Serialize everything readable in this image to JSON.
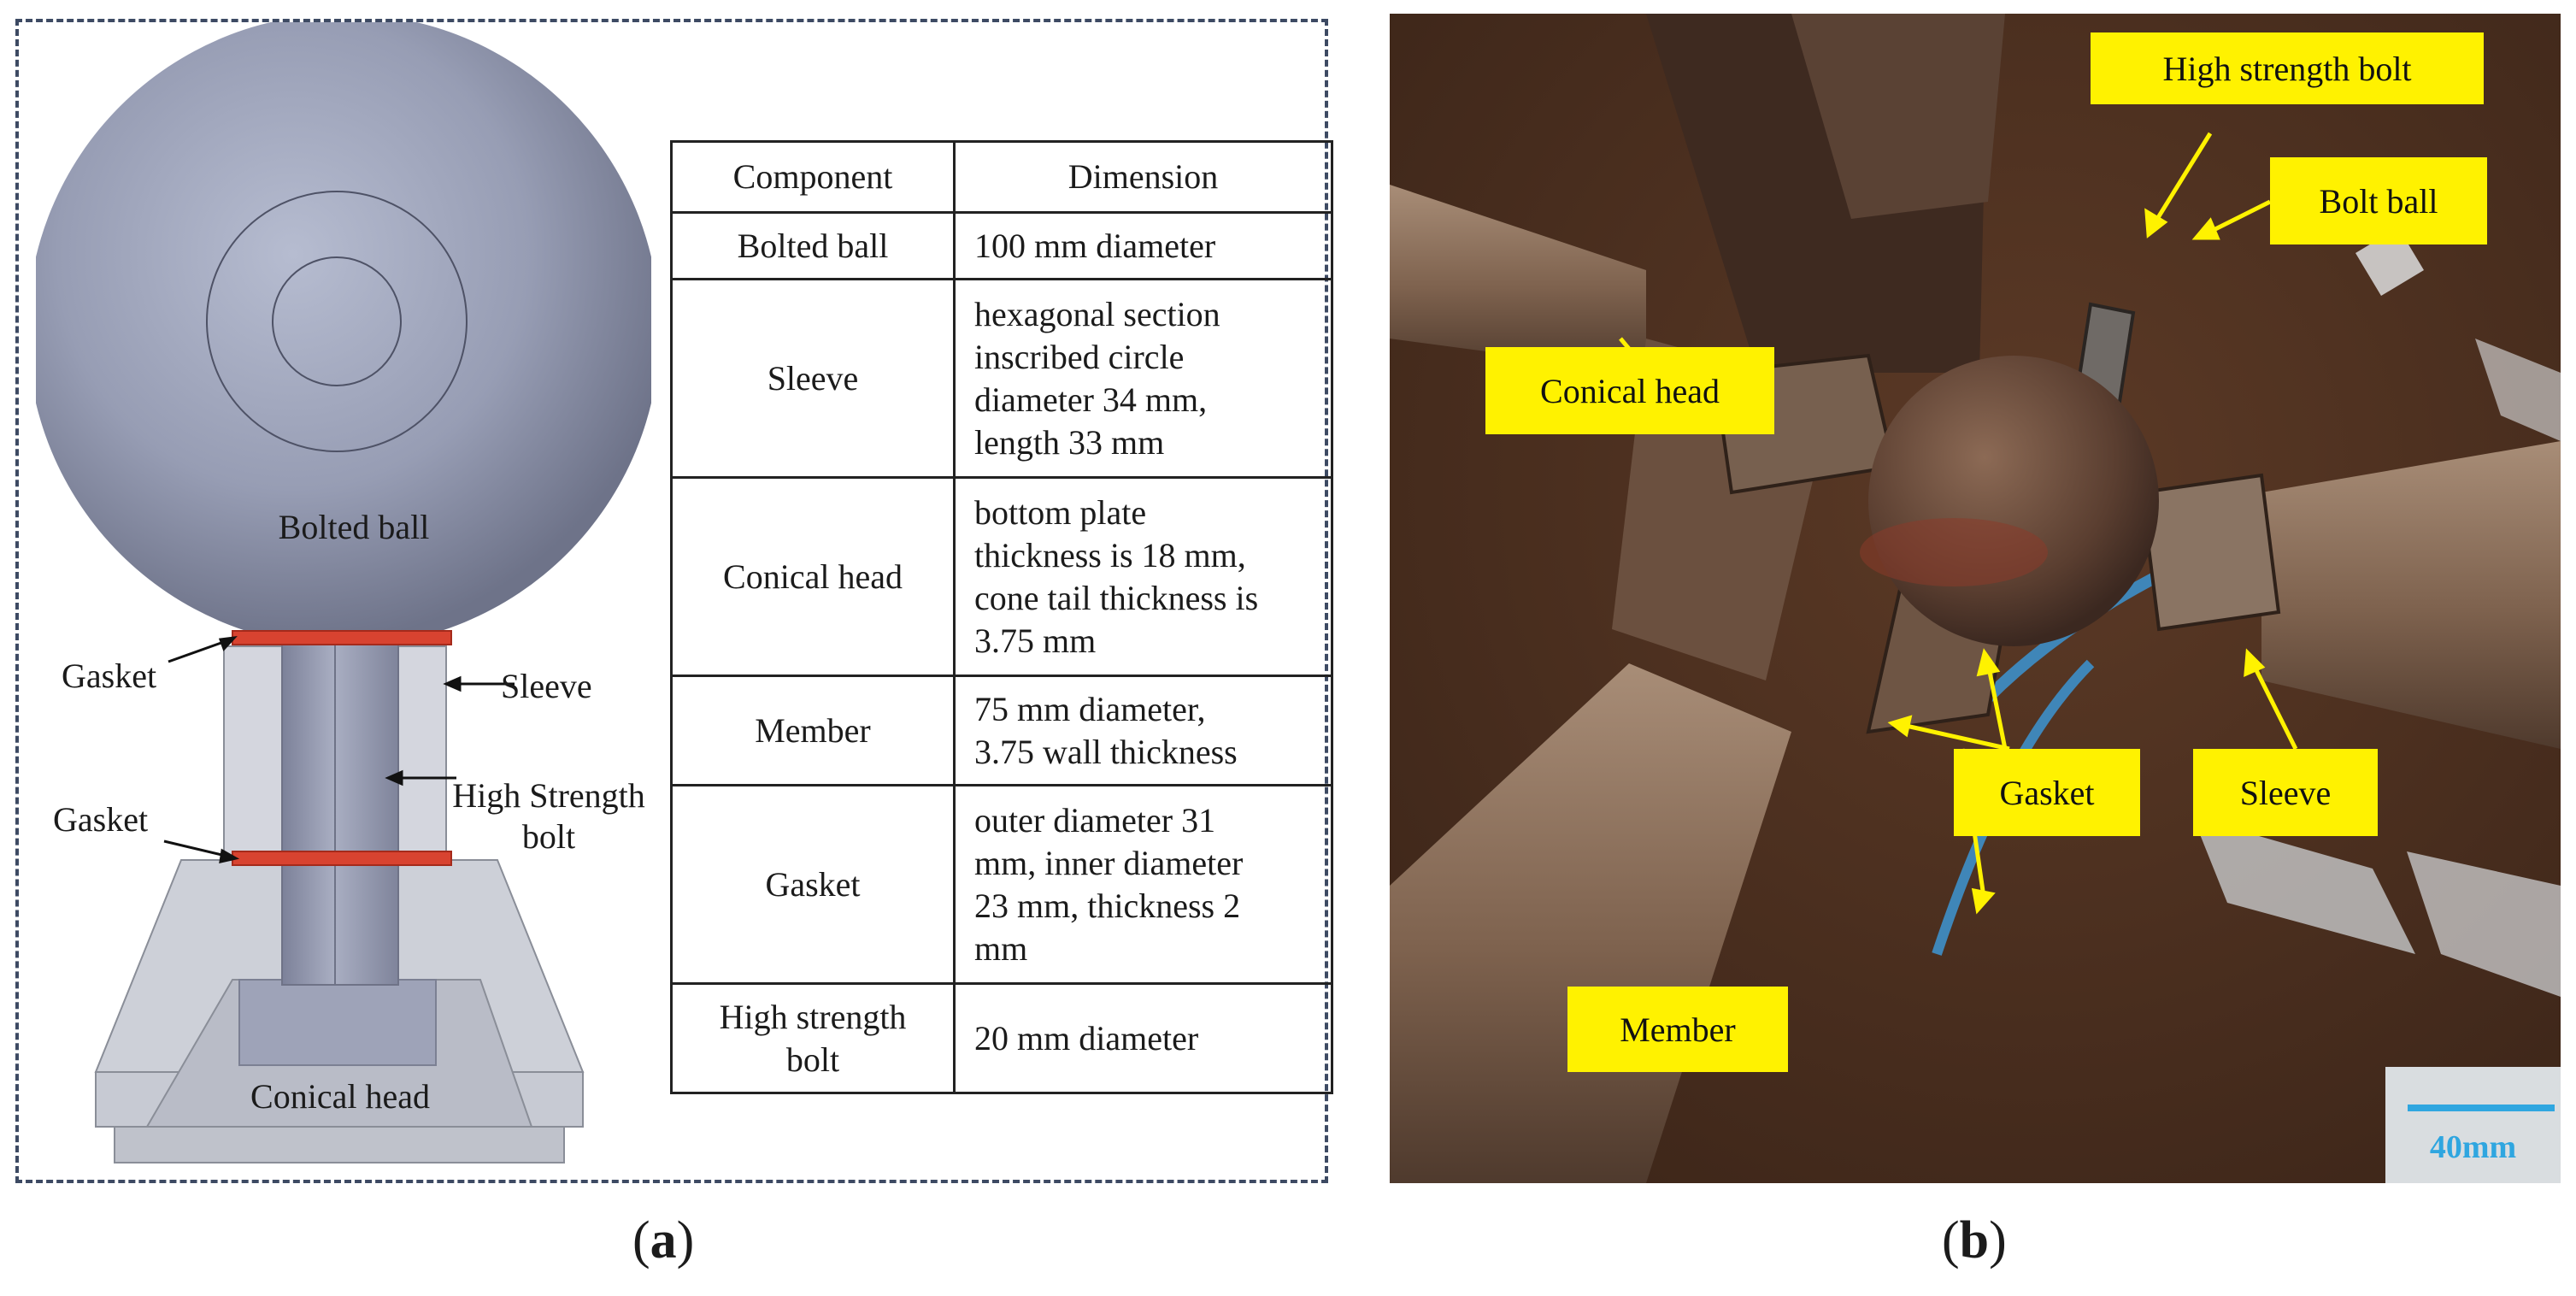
{
  "panel_a": {
    "drawing_labels": {
      "bolted_ball": "Bolted ball",
      "gasket_top": "Gasket",
      "gasket_bottom": "Gasket",
      "sleeve": "Sleeve",
      "high_strength_line1": "High Strength",
      "high_strength_line2": "bolt",
      "conical_head": "Conical head"
    },
    "table": {
      "headers": [
        "Component",
        "Dimension"
      ],
      "rows": [
        {
          "component": [
            "Bolted ball"
          ],
          "dimension": [
            "100 mm diameter"
          ]
        },
        {
          "component": [
            "Sleeve"
          ],
          "dimension": [
            "hexagonal section",
            "inscribed circle",
            "diameter 34 mm,",
            "length 33 mm"
          ]
        },
        {
          "component": [
            "Conical head"
          ],
          "dimension": [
            "bottom plate",
            "thickness is 18 mm,",
            "cone tail thickness is",
            "3.75 mm"
          ]
        },
        {
          "component": [
            "Member"
          ],
          "dimension": [
            "75 mm diameter,",
            "3.75 wall thickness"
          ]
        },
        {
          "component": [
            "Gasket"
          ],
          "dimension": [
            "outer diameter 31",
            "mm, inner diameter",
            "23 mm, thickness 2",
            "mm"
          ]
        },
        {
          "component": [
            "High strength",
            "bolt"
          ],
          "dimension": [
            "20 mm diameter"
          ]
        }
      ]
    }
  },
  "panel_b": {
    "labels": {
      "high_strength_bolt": "High strength bolt",
      "bolt_ball": "Bolt ball",
      "conical_head": "Conical head",
      "gasket": "Gasket",
      "sleeve": "Sleeve",
      "member": "Member"
    },
    "scale_bar": "40mm",
    "label_color": "#fff200",
    "scale_color": "#2fa6e0"
  },
  "captions": {
    "a_open": "(",
    "a_letter": "a",
    "a_close": ")",
    "b_open": "(",
    "b_letter": "b",
    "b_close": ")"
  }
}
